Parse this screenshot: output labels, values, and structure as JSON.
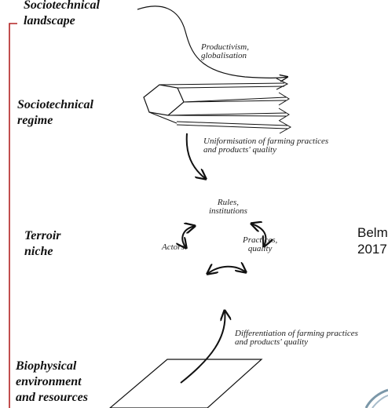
{
  "levels": {
    "landscape": "Sociotechnical\nlandscape",
    "regime": "Sociotechnical\nregime",
    "niche": "Terroir\nniche",
    "environment": "Biophysical\nenvironment\nand resources"
  },
  "annotations": {
    "landscape_force": "Productivism,\nglobalisation",
    "uniformisation": "Uniformisation of farming practices\nand products' quality",
    "differentiation": "Differentiation of farming practices\nand products' quality"
  },
  "cycle": {
    "rules": "Rules,\ninstitutions",
    "actors": "Actors",
    "practices": "Practices,\nquality"
  },
  "citation": {
    "line1": "Belm",
    "line2": "2017"
  },
  "colors": {
    "bracket": "#b22222",
    "ink": "#111111"
  }
}
